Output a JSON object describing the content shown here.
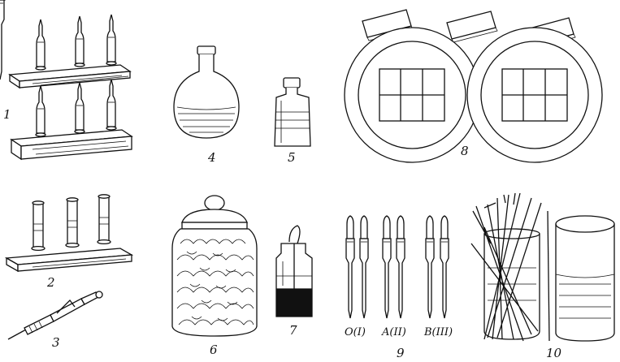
{
  "figure": {
    "labels": {
      "n1": "1",
      "n2": "2",
      "n3": "3",
      "n4": "4",
      "n5": "5",
      "n6": "6",
      "n7": "7",
      "n8": "8",
      "n9": "9",
      "n10": "10"
    },
    "pipette_groups": {
      "o": "O(I)",
      "a": "A(II)",
      "b": "B(III)"
    }
  }
}
